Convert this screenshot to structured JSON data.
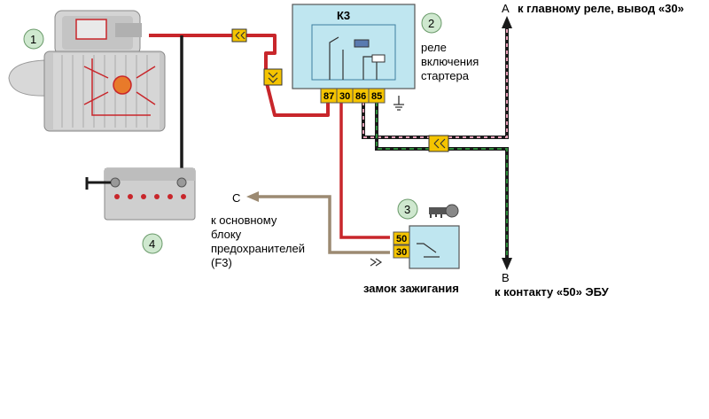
{
  "labels": {
    "relay_id": "К3",
    "relay_caption": [
      "реле",
      "включения",
      "стартера"
    ],
    "ignition_caption": "замок зажигания",
    "to_fuse_block": [
      "к основному",
      "блоку",
      "предохранителей",
      "(F3)"
    ],
    "to_main_relay": "к главному реле, вывод «30»",
    "to_ecu": "к контакту «50» ЭБУ",
    "point_a": "A",
    "point_b": "B",
    "point_c": "C"
  },
  "relay_pins": [
    "87",
    "30",
    "86",
    "85"
  ],
  "switch_pins": [
    "50",
    "30"
  ],
  "callouts": [
    "1",
    "2",
    "3",
    "4"
  ],
  "colors": {
    "red_wire": "#c8262b",
    "black_wire": "#1a1a1a",
    "brown_wire": "#9c8a72",
    "green_wire": "#2e8b3a",
    "pink_wire": "#e8a0b8",
    "relay_fill": "#bfe6f0",
    "pin_fill": "#f5c400",
    "callout_fill": "#cfe8cf"
  },
  "icons": [
    "starter-motor-icon",
    "battery-icon",
    "key-icon",
    "ground-icon",
    "connector-icon"
  ]
}
